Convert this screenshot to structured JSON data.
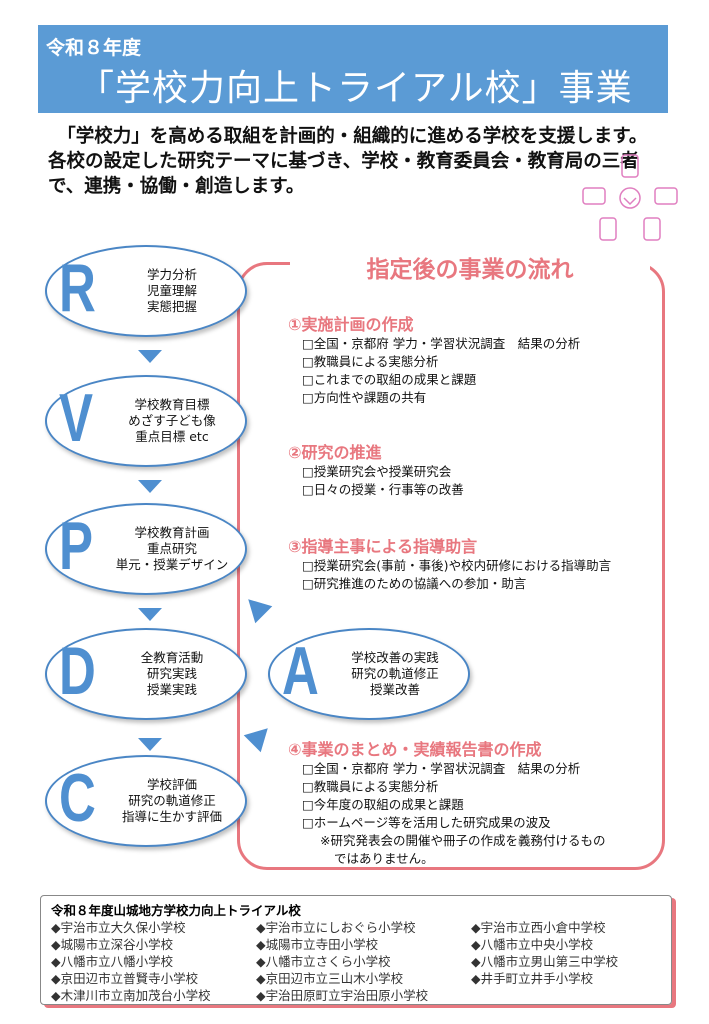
{
  "header": {
    "year": "令和８年度",
    "title": "「学校力向上トライアル校」事業"
  },
  "intro": "　「学校力」を高める取組を計画的・組織的に進める学校を支援します。各校の設定した研究テーマに基づき、学校・教育委員会・教育局の三者で、連携・協働・創造します。",
  "cycle": [
    {
      "letter": "R",
      "lines": [
        "学力分析",
        "児童理解",
        "実態把握"
      ]
    },
    {
      "letter": "V",
      "lines": [
        "学校教育目標",
        "めざす子ども像",
        "重点目標 etc"
      ]
    },
    {
      "letter": "P",
      "lines": [
        "学校教育計画",
        "重点研究",
        "単元・授業デザイン"
      ]
    },
    {
      "letter": "D",
      "lines": [
        "全教育活動",
        "研究実践",
        "授業実践"
      ]
    },
    {
      "letter": "C",
      "lines": [
        "学校評価",
        "研究の軌道修正",
        "指導に生かす評価"
      ]
    },
    {
      "letter": "A",
      "lines": [
        "学校改善の実践",
        "研究の軌道修正",
        "授業改善"
      ]
    }
  ],
  "flow": {
    "title": "指定後の事業の流れ",
    "sections": [
      {
        "heading": "①実施計画の作成",
        "items": [
          "□全国・京都府 学力・学習状況調査　結果の分析",
          "□教職員による実態分析",
          "□これまでの取組の成果と課題",
          "□方向性や課題の共有"
        ]
      },
      {
        "heading": "②研究の推進",
        "items": [
          "□授業研究会や授業研究会",
          "□日々の授業・行事等の改善"
        ]
      },
      {
        "heading": "③指導主事による指導助言",
        "items": [
          "□授業研究会(事前・事後)や校内研修における指導助言",
          "□研究推進のための協議への参加・助言"
        ]
      },
      {
        "heading": "④事業のまとめ・実績報告書の作成",
        "items": [
          "□全国・京都府 学力・学習状況調査　結果の分析",
          "□教職員による実態分析",
          "□今年度の取組の成果と課題",
          "□ホームページ等を活用した研究成果の波及"
        ],
        "note": [
          "※研究発表会の開催や冊子の作成を義務付けるもの",
          "ではありません。"
        ]
      }
    ]
  },
  "schools": {
    "title": "令和８年度山城地方学校力向上トライアル校",
    "items": [
      "◆宇治市立大久保小学校",
      "◆宇治市立にしおぐら小学校",
      "◆宇治市立西小倉中学校",
      "◆城陽市立深谷小学校",
      "◆城陽市立寺田小学校",
      "◆八幡市立中央小学校",
      "◆八幡市立八幡小学校",
      "◆八幡市立さくら小学校",
      "◆八幡市立男山第三中学校",
      "◆京田辺市立普賢寺小学校",
      "◆京田辺市立三山木小学校",
      "◆井手町立井手小学校",
      "◆木津川市立南加茂台小学校",
      "◆宇治田原町立宇治田原小学校"
    ]
  }
}
